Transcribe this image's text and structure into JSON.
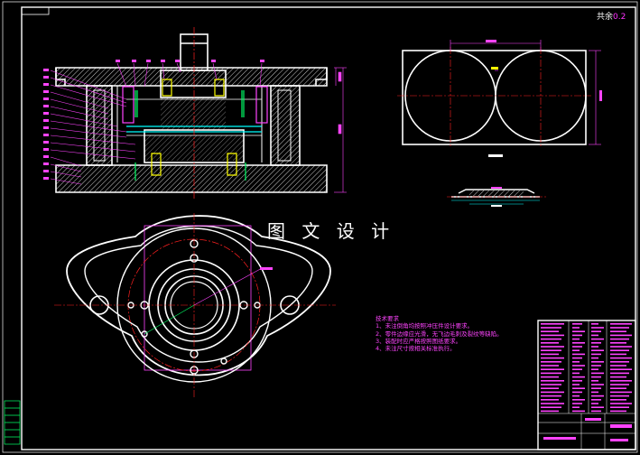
{
  "corner_label": {
    "prefix": "共余",
    "suffix": "0.2"
  },
  "watermark": "图 文 设 计",
  "tech_notes": {
    "title": "技术要求",
    "items": [
      "1、未注倒角均按照冲压件设计要求。",
      "2、零件边缘应光滑，无飞边毛刺及裂纹等缺陷。",
      "3、装配时应严格按照图纸要求。",
      "4、未注尺寸按相关标准执行。"
    ]
  },
  "colors": {
    "background": "#000000",
    "outline": "#ffffff",
    "centerline": "#ff2020",
    "dimension": "#ff44ff",
    "hatch": "#ffffff",
    "part_yellow": "#ffff00",
    "part_green": "#00ff66",
    "part_cyan": "#00ffff"
  }
}
